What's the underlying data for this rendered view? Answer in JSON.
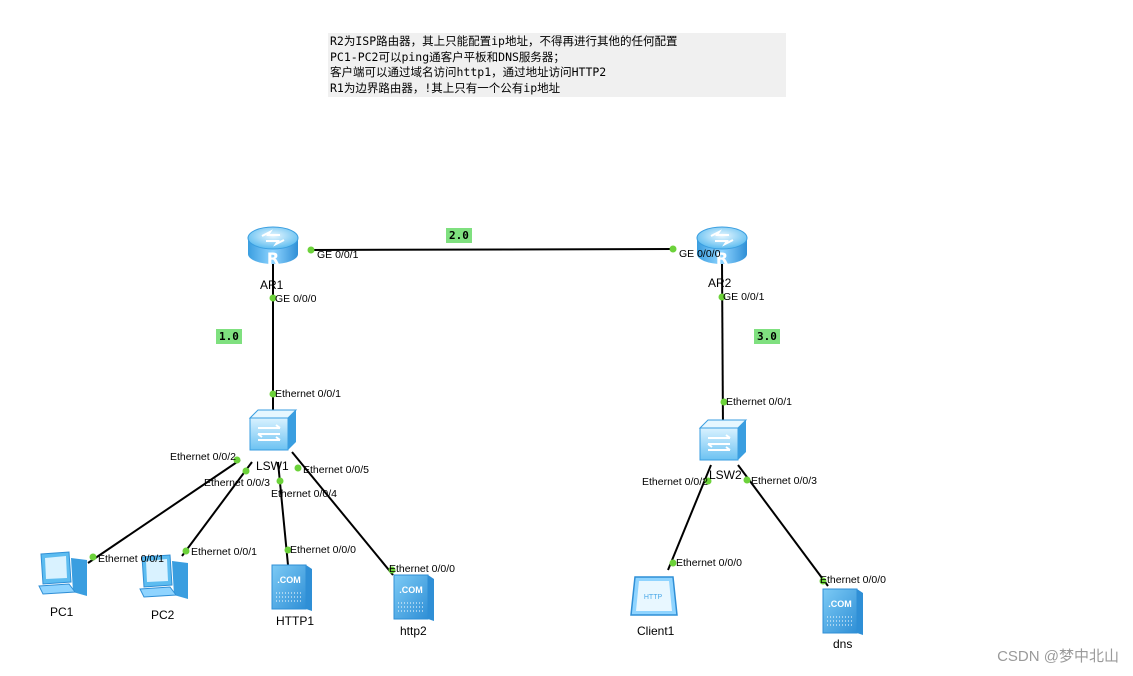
{
  "note": {
    "lines": [
      "R2为ISP路由器，其上只能配置ip地址，不得再进行其他的任何配置",
      "PC1-PC2可以ping通客户平板和DNS服务器；",
      "客户端可以通过域名访问http1，通过地址访问HTTP2",
      "R1为边界路由器，!其上只有一个公有ip地址"
    ]
  },
  "networks": {
    "net_20": "2.0",
    "net_10": "1.0",
    "net_30": "3.0"
  },
  "devices": {
    "ar1": "AR1",
    "ar2": "AR2",
    "lsw1": "LSW1",
    "lsw2": "LSW2",
    "pc1": "PC1",
    "pc2": "PC2",
    "http1": "HTTP1",
    "http2": "http2",
    "client1": "Client1",
    "dns": "dns"
  },
  "ports": {
    "ar1_ge001": "GE 0/0/1",
    "ar2_ge000": "GE 0/0/0",
    "ar1_ge000": "GE 0/0/0",
    "ar2_ge001": "GE 0/0/1",
    "lsw1_e001": "Ethernet 0/0/1",
    "lsw1_e002": "Ethernet 0/0/2",
    "lsw1_e003": "Ethernet 0/0/3",
    "lsw1_e004": "Ethernet 0/0/4",
    "lsw1_e005": "Ethernet 0/0/5",
    "pc1_e001": "Ethernet 0/0/1",
    "pc2_e001": "Ethernet 0/0/1",
    "http1_e000": "Ethernet 0/0/0",
    "http2_e000": "Ethernet 0/0/0",
    "lsw2_e001": "Ethernet 0/0/1",
    "lsw2_e002": "Ethernet 0/0/2",
    "lsw2_e003": "Ethernet 0/0/3",
    "client1_e000": "Ethernet 0/0/0",
    "dns_e000": "Ethernet 0/0/0"
  },
  "icons": {
    "server_text": ".COM",
    "client_text": "HTTP"
  },
  "watermark": "CSDN @梦中北山",
  "colors": {
    "link": "#000000",
    "port_dot": "#6cd23a",
    "network_label": "#7fe07f",
    "device": "#4aa8e8"
  }
}
